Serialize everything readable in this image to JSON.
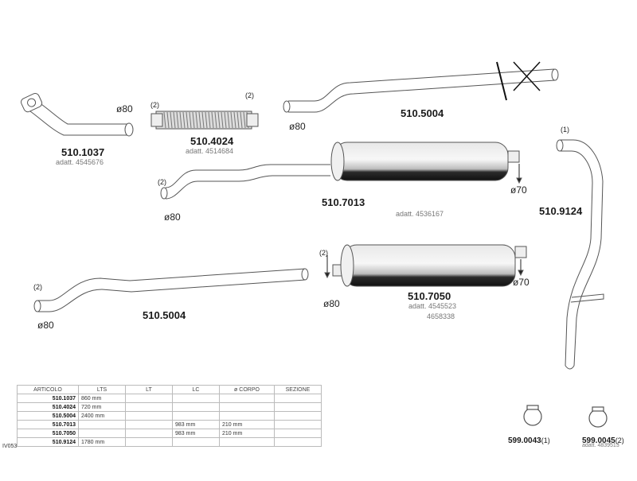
{
  "parts": {
    "front_pipe": {
      "code": "510.1037",
      "sub": "adatt. 4545676",
      "dia": "ø80"
    },
    "flex_pipe": {
      "code": "510.4024",
      "sub": "adatt. 4514684",
      "qty_left": "(2)",
      "qty_right": "(2)"
    },
    "top_pipe": {
      "code": "510.5004",
      "dia": "ø80"
    },
    "muffler_top": {
      "code": "510.7013",
      "sub": "adatt. 4536167",
      "dia_in": "ø80",
      "dia_out": "ø70",
      "qty": "(2)"
    },
    "tail_pipe": {
      "code": "510.9124",
      "qty": "(1)"
    },
    "muffler_bottom": {
      "code": "510.7050",
      "sub1": "adatt. 4545523",
      "sub2": "4658338",
      "dia_in": "ø80",
      "dia_out": "ø70",
      "qty": "(2)"
    },
    "bottom_pipe": {
      "code": "510.5004",
      "dia": "ø80",
      "qty": "(2)"
    },
    "clamp_1": {
      "code": "599.0043",
      "qty": "(1)"
    },
    "clamp_2": {
      "code": "599.0045",
      "qty": "(2)",
      "sub": "adatt. 4839513"
    }
  },
  "table": {
    "headers": [
      "ARTICOLO",
      "LTS",
      "LT",
      "LC",
      "ø CORPO",
      "SEZIONE"
    ],
    "rows": [
      [
        "510.1037",
        "860 mm",
        "",
        "",
        "",
        ""
      ],
      [
        "510.4024",
        "720 mm",
        "",
        "",
        "",
        ""
      ],
      [
        "510.5004",
        "2400 mm",
        "",
        "",
        "",
        ""
      ],
      [
        "510.7013",
        "",
        "",
        "983 mm",
        "210 mm",
        ""
      ],
      [
        "510.7050",
        "",
        "",
        "983 mm",
        "210 mm",
        ""
      ],
      [
        "510.9124",
        "1780 mm",
        "",
        "",
        "",
        ""
      ]
    ]
  },
  "corner_code": "IV053"
}
